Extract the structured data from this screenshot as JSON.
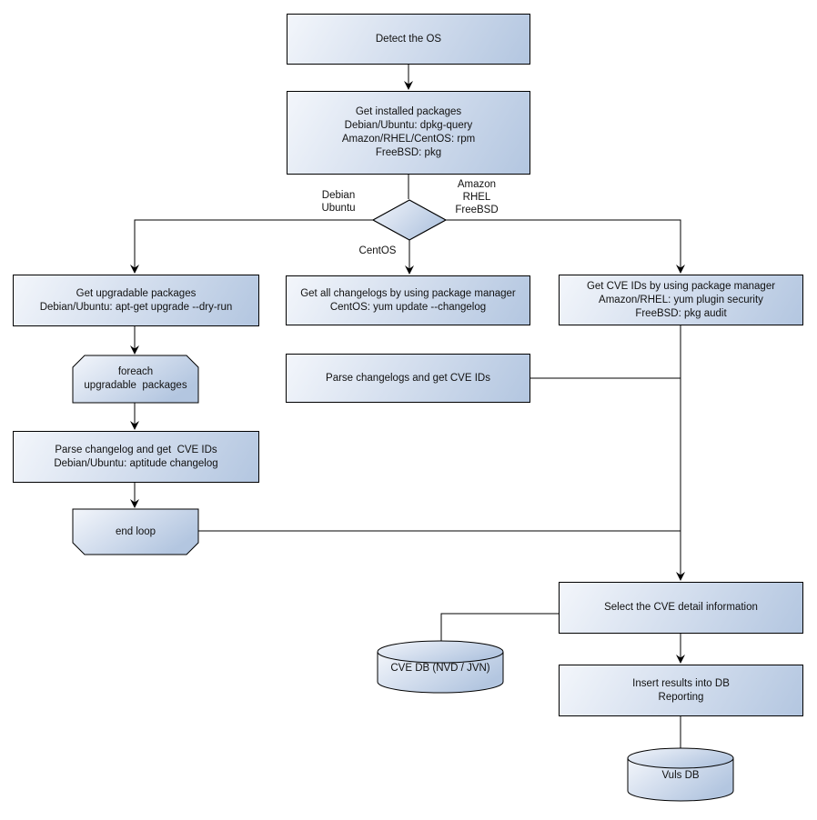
{
  "nodes": {
    "detect_os": "Detect the OS",
    "get_installed_packages": "Get installed packages\nDebian/Ubuntu: dpkg-query\nAmazon/RHEL/CentOS: rpm\nFreeBSD: pkg",
    "get_upgradable_packages": "Get upgradable packages\nDebian/Ubuntu: apt-get upgrade --dry-run",
    "foreach_loop_start": "foreach\nupgradable  packages",
    "parse_changelog_debian": "Parse changelog and get  CVE IDs\nDebian/Ubuntu: aptitude changelog",
    "end_loop": "end loop",
    "get_all_changelogs": "Get all changelogs by using package manager\nCentOS: yum update --changelog",
    "parse_changelogs": "Parse changelogs and get CVE IDs",
    "get_cve_ids_pkg_manager": "Get CVE IDs by using package manager\nAmazon/RHEL: yum plugin security\nFreeBSD: pkg audit",
    "select_cve_detail": "Select the CVE detail information",
    "cve_db": "CVE DB (NVD / JVN)",
    "insert_results": "Insert results into DB\nReporting",
    "vuls_db": "Vuls DB"
  },
  "edge_labels": {
    "left_branch": "Debian\nUbuntu",
    "bottom_branch": "CentOS",
    "right_branch": "Amazon\nRHEL\nFreeBSD"
  },
  "colors": {
    "node_fill_light": "#f3f6fb",
    "node_fill_dark": "#b3c6e0",
    "node_border": "#000000",
    "connector": "#000000",
    "text": "#111111",
    "background": "#ffffff"
  }
}
